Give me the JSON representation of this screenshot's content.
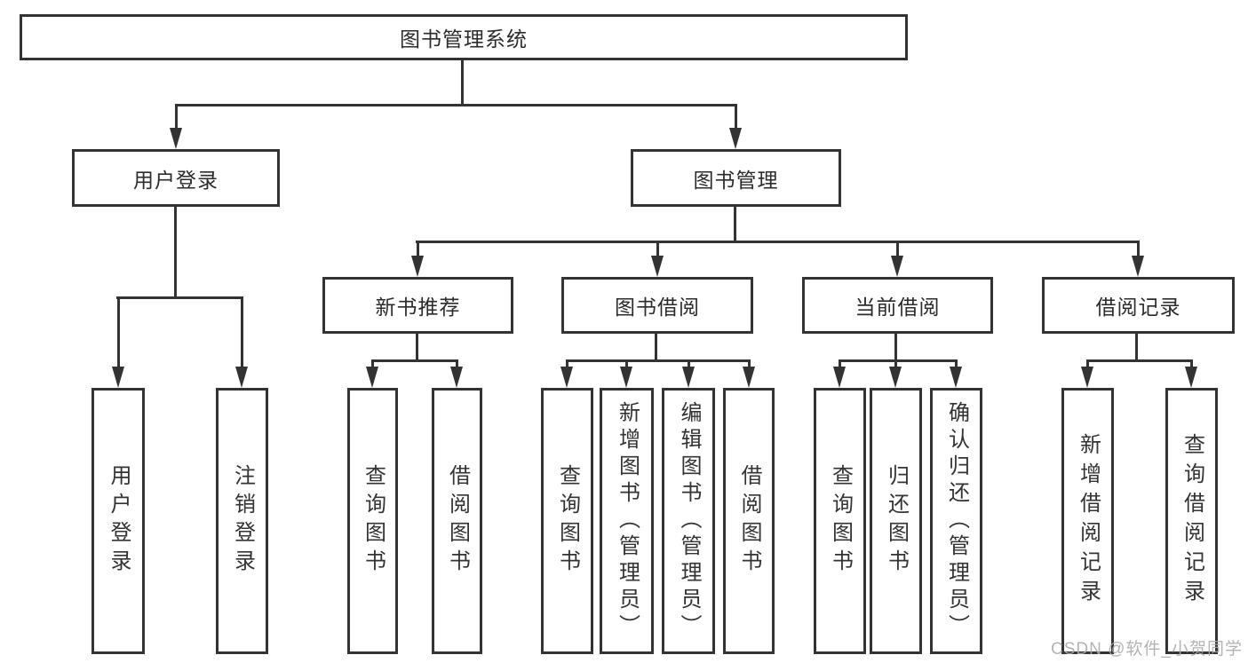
{
  "diagram": {
    "root": {
      "label": "图书管理系统"
    },
    "level2": [
      {
        "label": "用户登录"
      },
      {
        "label": "图书管理"
      }
    ],
    "level3": [
      {
        "label": "新书推荐",
        "parent": "图书管理"
      },
      {
        "label": "图书借阅",
        "parent": "图书管理"
      },
      {
        "label": "当前借阅",
        "parent": "图书管理"
      },
      {
        "label": "借阅记录",
        "parent": "图书管理"
      }
    ],
    "leaves": [
      {
        "label": "用户登录",
        "parent": "用户登录"
      },
      {
        "label": "注销登录",
        "parent": "用户登录"
      },
      {
        "label": "查询图书",
        "parent": "新书推荐"
      },
      {
        "label": "借阅图书",
        "parent": "新书推荐"
      },
      {
        "label": "查询图书",
        "parent": "图书借阅"
      },
      {
        "label": "新增图书（管理员）",
        "parent": "图书借阅"
      },
      {
        "label": "编辑图书（管理员）",
        "parent": "图书借阅"
      },
      {
        "label": "借阅图书",
        "parent": "图书借阅"
      },
      {
        "label": "查询图书",
        "parent": "当前借阅"
      },
      {
        "label": "归还图书",
        "parent": "当前借阅"
      },
      {
        "label": "确认归还（管理员）",
        "parent": "当前借阅"
      },
      {
        "label": "新增借阅记录",
        "parent": "借阅记录"
      },
      {
        "label": "查询借阅记录",
        "parent": "借阅记录"
      }
    ],
    "watermark": "CSDN @软件_小贺同学",
    "colors": {
      "line": "#333333",
      "text": "#2b2b2b",
      "watermark": "#ababab",
      "background": "#ffffff"
    }
  }
}
